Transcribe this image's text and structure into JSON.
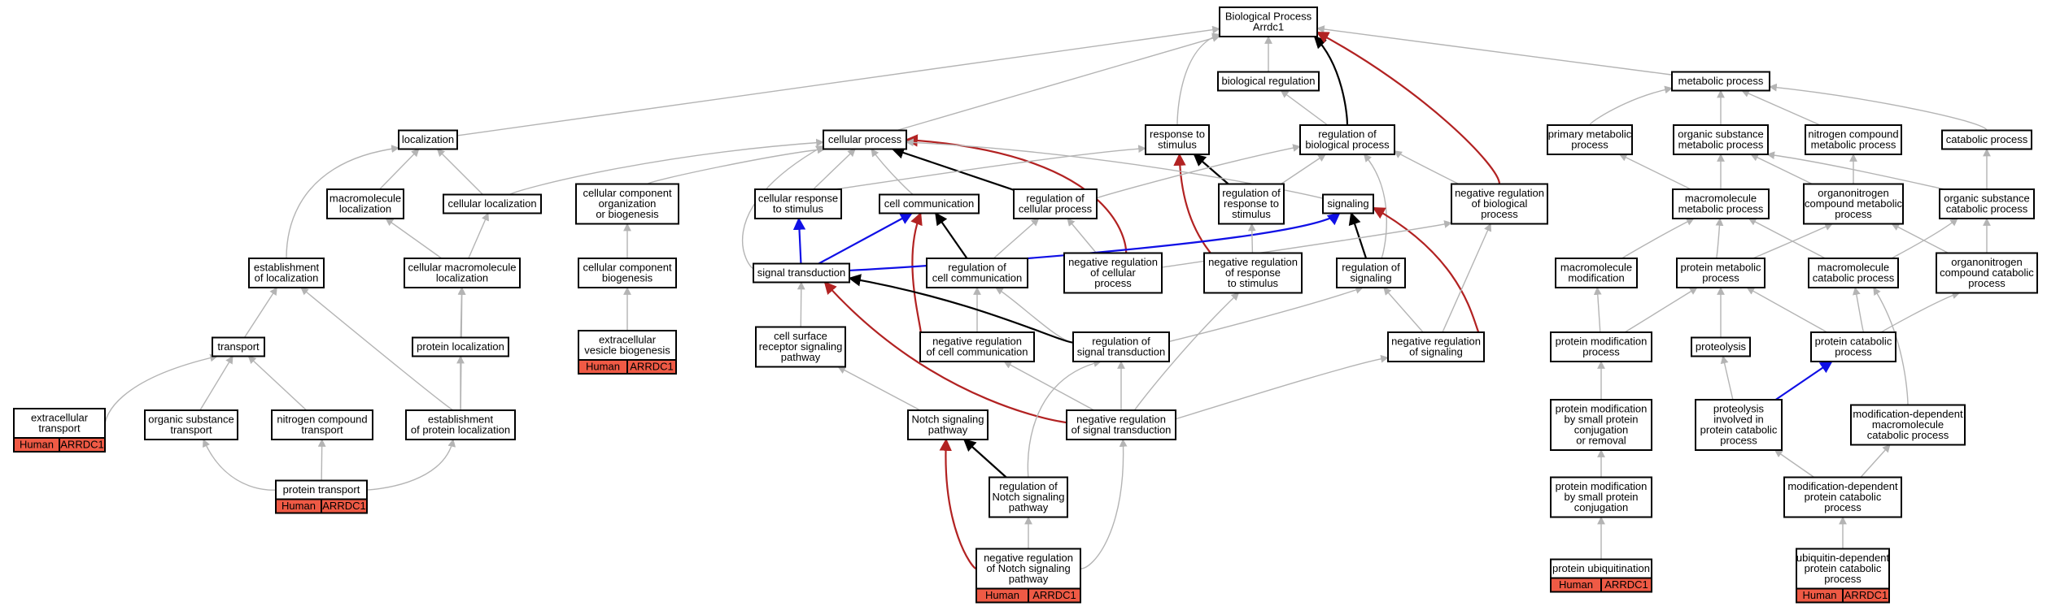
{
  "colors": {
    "default": "#b4b4b4",
    "is_a": "#b4b4b4",
    "regulates": "#000000",
    "negatively_regulates": "#b22222",
    "positively_regulates": "#1010e6",
    "badge": "#ef5a45"
  },
  "nodes": [
    {
      "id": "bp",
      "lines": [
        "Biological Process",
        "Arrdc1"
      ]
    },
    {
      "id": "biolreg",
      "lines": [
        "biological regulation"
      ]
    },
    {
      "id": "metab",
      "lines": [
        "metabolic process"
      ]
    },
    {
      "id": "local",
      "lines": [
        "localization"
      ]
    },
    {
      "id": "cellproc",
      "lines": [
        "cellular process"
      ]
    },
    {
      "id": "resp",
      "lines": [
        "response to",
        "stimulus"
      ]
    },
    {
      "id": "regbio",
      "lines": [
        "regulation of",
        "biological process"
      ]
    },
    {
      "id": "primmet",
      "lines": [
        "primary metabolic",
        "process"
      ]
    },
    {
      "id": "orgsubmet",
      "lines": [
        "organic substance",
        "metabolic process"
      ]
    },
    {
      "id": "nitmet",
      "lines": [
        "nitrogen compound",
        "metabolic process"
      ]
    },
    {
      "id": "catab",
      "lines": [
        "catabolic process"
      ]
    },
    {
      "id": "macroloc",
      "lines": [
        "macromolecule",
        "localization"
      ]
    },
    {
      "id": "cellloc",
      "lines": [
        "cellular localization"
      ]
    },
    {
      "id": "ccorg",
      "lines": [
        "cellular component",
        "organization",
        "or biogenesis"
      ]
    },
    {
      "id": "cellresp",
      "lines": [
        "cellular response",
        "to stimulus"
      ]
    },
    {
      "id": "cellcomm",
      "lines": [
        "cell communication"
      ]
    },
    {
      "id": "regcellproc",
      "lines": [
        "regulation of",
        "cellular process"
      ]
    },
    {
      "id": "regresp",
      "lines": [
        "regulation of",
        "response to",
        "stimulus"
      ]
    },
    {
      "id": "signaling",
      "lines": [
        "signaling"
      ]
    },
    {
      "id": "negregbio",
      "lines": [
        "negative regulation",
        "of biological",
        "process"
      ]
    },
    {
      "id": "macromet",
      "lines": [
        "macromolecule",
        "metabolic process"
      ]
    },
    {
      "id": "orgnitmet",
      "lines": [
        "organonitrogen",
        "compound metabolic",
        "process"
      ]
    },
    {
      "id": "orgsubcat",
      "lines": [
        "organic substance",
        "catabolic process"
      ]
    },
    {
      "id": "estloc",
      "lines": [
        "establishment",
        "of localization"
      ]
    },
    {
      "id": "cellmacroloc",
      "lines": [
        "cellular macromolecule",
        "localization"
      ]
    },
    {
      "id": "ccbio",
      "lines": [
        "cellular component",
        "biogenesis"
      ]
    },
    {
      "id": "sigtrans",
      "lines": [
        "signal transduction"
      ]
    },
    {
      "id": "regcellcomm",
      "lines": [
        "regulation of",
        "cell communication"
      ]
    },
    {
      "id": "negregcellproc",
      "lines": [
        "negative regulation",
        "of cellular",
        "process"
      ]
    },
    {
      "id": "negregresp",
      "lines": [
        "negative regulation",
        "of response",
        "to stimulus"
      ]
    },
    {
      "id": "regsig",
      "lines": [
        "regulation of",
        "signaling"
      ]
    },
    {
      "id": "macromod",
      "lines": [
        "macromolecule",
        "modification"
      ]
    },
    {
      "id": "protmet",
      "lines": [
        "protein metabolic",
        "process"
      ]
    },
    {
      "id": "macrocat",
      "lines": [
        "macromolecule",
        "catabolic process"
      ]
    },
    {
      "id": "orgnitcat",
      "lines": [
        "organonitrogen",
        "compound catabolic",
        "process"
      ]
    },
    {
      "id": "transport",
      "lines": [
        "transport"
      ]
    },
    {
      "id": "protloc",
      "lines": [
        "protein localization"
      ]
    },
    {
      "id": "evb",
      "lines": [
        "extracellular",
        "vesicle biogenesis"
      ],
      "badge": [
        "Human",
        "ARRDC1"
      ]
    },
    {
      "id": "csrsp",
      "lines": [
        "cell surface",
        "receptor signaling",
        "pathway"
      ]
    },
    {
      "id": "negregcellcomm",
      "lines": [
        "negative regulation",
        "of cell communication"
      ]
    },
    {
      "id": "regsigtrans",
      "lines": [
        "regulation of",
        "signal transduction"
      ]
    },
    {
      "id": "negregsig",
      "lines": [
        "negative regulation",
        "of signaling"
      ]
    },
    {
      "id": "protmod",
      "lines": [
        "protein modification",
        "process"
      ]
    },
    {
      "id": "proteolysis",
      "lines": [
        "proteolysis"
      ]
    },
    {
      "id": "protcat",
      "lines": [
        "protein catabolic",
        "process"
      ]
    },
    {
      "id": "extrans",
      "lines": [
        "extracellular",
        "transport"
      ],
      "badge": [
        "Human",
        "ARRDC1"
      ]
    },
    {
      "id": "orgsubtrans",
      "lines": [
        "organic substance",
        "transport"
      ]
    },
    {
      "id": "nittrans",
      "lines": [
        "nitrogen compound",
        "transport"
      ]
    },
    {
      "id": "estprotloc",
      "lines": [
        "establishment",
        "of protein localization"
      ]
    },
    {
      "id": "notch",
      "lines": [
        "Notch signaling",
        "pathway"
      ]
    },
    {
      "id": "negregsigtrans",
      "lines": [
        "negative regulation",
        "of signal transduction"
      ]
    },
    {
      "id": "protmodsmall",
      "lines": [
        "protein modification",
        "by small protein",
        "conjugation",
        "or removal"
      ]
    },
    {
      "id": "protinvcat",
      "lines": [
        "proteolysis",
        "involved in",
        "protein catabolic",
        "process"
      ]
    },
    {
      "id": "moddepmacro",
      "lines": [
        "modification-dependent",
        "macromolecule",
        "catabolic process"
      ]
    },
    {
      "id": "prottrans",
      "lines": [
        "protein transport"
      ],
      "badge": [
        "Human",
        "ARRDC1"
      ]
    },
    {
      "id": "regnotch",
      "lines": [
        "regulation of",
        "Notch signaling",
        "pathway"
      ]
    },
    {
      "id": "protmodconj",
      "lines": [
        "protein modification",
        "by small protein",
        "conjugation"
      ]
    },
    {
      "id": "moddepprot",
      "lines": [
        "modification-dependent",
        "protein catabolic",
        "process"
      ]
    },
    {
      "id": "negregnotch",
      "lines": [
        "negative regulation",
        "of Notch signaling",
        "pathway"
      ],
      "badge": [
        "Human",
        "ARRDC1"
      ]
    },
    {
      "id": "protubiq",
      "lines": [
        "protein ubiquitination"
      ],
      "badge": [
        "Human",
        "ARRDC1"
      ]
    },
    {
      "id": "ubiqdep",
      "lines": [
        "ubiquitin-dependent",
        "protein catabolic",
        "process"
      ],
      "badge": [
        "Human",
        "ARRDC1"
      ]
    }
  ],
  "edges": [
    {
      "from": "biolreg",
      "to": "bp",
      "type": "is_a"
    },
    {
      "from": "metab",
      "to": "bp",
      "type": "is_a"
    },
    {
      "from": "local",
      "to": "bp",
      "type": "is_a"
    },
    {
      "from": "cellproc",
      "to": "bp",
      "type": "is_a"
    },
    {
      "from": "resp",
      "to": "bp",
      "type": "is_a"
    },
    {
      "from": "regbio",
      "to": "bp",
      "type": "regulates"
    },
    {
      "from": "negregbio",
      "to": "bp",
      "type": "negatively_regulates"
    },
    {
      "from": "regbio",
      "to": "biolreg",
      "type": "is_a"
    },
    {
      "from": "primmet",
      "to": "metab",
      "type": "is_a"
    },
    {
      "from": "orgsubmet",
      "to": "metab",
      "type": "is_a"
    },
    {
      "from": "nitmet",
      "to": "metab",
      "type": "is_a"
    },
    {
      "from": "catab",
      "to": "metab",
      "type": "is_a"
    },
    {
      "from": "macroloc",
      "to": "local",
      "type": "is_a"
    },
    {
      "from": "cellloc",
      "to": "local",
      "type": "is_a"
    },
    {
      "from": "estloc",
      "to": "local",
      "type": "is_a"
    },
    {
      "from": "cellloc",
      "to": "cellproc",
      "type": "is_a"
    },
    {
      "from": "ccorg",
      "to": "cellproc",
      "type": "is_a"
    },
    {
      "from": "cellresp",
      "to": "cellproc",
      "type": "is_a"
    },
    {
      "from": "cellcomm",
      "to": "cellproc",
      "type": "is_a"
    },
    {
      "from": "regcellproc",
      "to": "cellproc",
      "type": "regulates"
    },
    {
      "from": "negregcellproc",
      "to": "cellproc",
      "type": "negatively_regulates"
    },
    {
      "from": "sigtrans",
      "to": "cellproc",
      "type": "is_a"
    },
    {
      "from": "cellresp",
      "to": "resp",
      "type": "is_a"
    },
    {
      "from": "regresp",
      "to": "resp",
      "type": "regulates"
    },
    {
      "from": "negregresp",
      "to": "resp",
      "type": "negatively_regulates"
    },
    {
      "from": "regcellproc",
      "to": "regbio",
      "type": "is_a"
    },
    {
      "from": "regresp",
      "to": "regbio",
      "type": "is_a"
    },
    {
      "from": "negregbio",
      "to": "regbio",
      "type": "is_a"
    },
    {
      "from": "regsig",
      "to": "regbio",
      "type": "is_a"
    },
    {
      "from": "signaling",
      "to": "cellproc",
      "type": "is_a"
    },
    {
      "from": "macromet",
      "to": "primmet",
      "type": "is_a"
    },
    {
      "from": "macromet",
      "to": "orgsubmet",
      "type": "is_a"
    },
    {
      "from": "orgnitmet",
      "to": "orgsubmet",
      "type": "is_a"
    },
    {
      "from": "orgnitmet",
      "to": "nitmet",
      "type": "is_a"
    },
    {
      "from": "orgsubcat",
      "to": "catab",
      "type": "is_a"
    },
    {
      "from": "orgsubcat",
      "to": "orgsubmet",
      "type": "is_a"
    },
    {
      "from": "cellmacroloc",
      "to": "macroloc",
      "type": "is_a"
    },
    {
      "from": "cellmacroloc",
      "to": "cellloc",
      "type": "is_a"
    },
    {
      "from": "ccbio",
      "to": "ccorg",
      "type": "is_a"
    },
    {
      "from": "sigtrans",
      "to": "cellresp",
      "type": "positively_regulates"
    },
    {
      "from": "sigtrans",
      "to": "cellcomm",
      "type": "positively_regulates"
    },
    {
      "from": "regcellcomm",
      "to": "cellcomm",
      "type": "regulates"
    },
    {
      "from": "negregcellcomm",
      "to": "cellcomm",
      "type": "negatively_regulates"
    },
    {
      "from": "regcellcomm",
      "to": "regcellproc",
      "type": "is_a"
    },
    {
      "from": "negregcellproc",
      "to": "regcellproc",
      "type": "is_a"
    },
    {
      "from": "regsig",
      "to": "signaling",
      "type": "regulates"
    },
    {
      "from": "negregsig",
      "to": "signaling",
      "type": "negatively_regulates"
    },
    {
      "from": "sigtrans",
      "to": "signaling",
      "type": "positively_regulates"
    },
    {
      "from": "negregresp",
      "to": "regresp",
      "type": "is_a"
    },
    {
      "from": "negregcellproc",
      "to": "negregbio",
      "type": "is_a"
    },
    {
      "from": "negregsig",
      "to": "negregbio",
      "type": "is_a"
    },
    {
      "from": "macromod",
      "to": "macromet",
      "type": "is_a"
    },
    {
      "from": "protmet",
      "to": "macromet",
      "type": "is_a"
    },
    {
      "from": "protmet",
      "to": "orgnitmet",
      "type": "is_a"
    },
    {
      "from": "macrocat",
      "to": "macromet",
      "type": "is_a"
    },
    {
      "from": "macrocat",
      "to": "orgsubcat",
      "type": "is_a"
    },
    {
      "from": "orgnitcat",
      "to": "orgnitmet",
      "type": "is_a"
    },
    {
      "from": "orgnitcat",
      "to": "orgsubcat",
      "type": "is_a"
    },
    {
      "from": "transport",
      "to": "estloc",
      "type": "is_a"
    },
    {
      "from": "estprotloc",
      "to": "cellmacroloc",
      "type": "is_a"
    },
    {
      "from": "protloc",
      "to": "cellmacroloc",
      "type": "is_a"
    },
    {
      "from": "evb",
      "to": "ccbio",
      "type": "is_a"
    },
    {
      "from": "csrsp",
      "to": "sigtrans",
      "type": "is_a"
    },
    {
      "from": "negregcellcomm",
      "to": "regcellcomm",
      "type": "is_a"
    },
    {
      "from": "regsigtrans",
      "to": "regcellcomm",
      "type": "is_a"
    },
    {
      "from": "regsigtrans",
      "to": "sigtrans",
      "type": "regulates"
    },
    {
      "from": "regsigtrans",
      "to": "regsig",
      "type": "is_a"
    },
    {
      "from": "negregsig",
      "to": "regsig",
      "type": "is_a"
    },
    {
      "from": "protmod",
      "to": "macromod",
      "type": "is_a"
    },
    {
      "from": "protmod",
      "to": "protmet",
      "type": "is_a"
    },
    {
      "from": "proteolysis",
      "to": "protmet",
      "type": "is_a"
    },
    {
      "from": "protcat",
      "to": "protmet",
      "type": "is_a"
    },
    {
      "from": "protcat",
      "to": "macrocat",
      "type": "is_a"
    },
    {
      "from": "protcat",
      "to": "orgnitcat",
      "type": "is_a"
    },
    {
      "from": "extrans",
      "to": "transport",
      "type": "is_a"
    },
    {
      "from": "orgsubtrans",
      "to": "transport",
      "type": "is_a"
    },
    {
      "from": "nittrans",
      "to": "transport",
      "type": "is_a"
    },
    {
      "from": "estprotloc",
      "to": "estloc",
      "type": "is_a"
    },
    {
      "from": "estprotloc",
      "to": "protloc",
      "type": "is_a"
    },
    {
      "from": "notch",
      "to": "csrsp",
      "type": "is_a"
    },
    {
      "from": "negregsigtrans",
      "to": "sigtrans",
      "type": "negatively_regulates"
    },
    {
      "from": "negregsigtrans",
      "to": "regsigtrans",
      "type": "is_a"
    },
    {
      "from": "negregsigtrans",
      "to": "negregcellcomm",
      "type": "is_a"
    },
    {
      "from": "negregsigtrans",
      "to": "negregsig",
      "type": "is_a"
    },
    {
      "from": "negregsigtrans",
      "to": "negregresp",
      "type": "is_a"
    },
    {
      "from": "protmodsmall",
      "to": "protmod",
      "type": "is_a"
    },
    {
      "from": "protinvcat",
      "to": "proteolysis",
      "type": "is_a"
    },
    {
      "from": "protinvcat",
      "to": "protcat",
      "type": "positively_regulates"
    },
    {
      "from": "moddepmacro",
      "to": "macrocat",
      "type": "is_a"
    },
    {
      "from": "prottrans",
      "to": "orgsubtrans",
      "type": "is_a"
    },
    {
      "from": "prottrans",
      "to": "nittrans",
      "type": "is_a"
    },
    {
      "from": "prottrans",
      "to": "estprotloc",
      "type": "is_a"
    },
    {
      "from": "regnotch",
      "to": "notch",
      "type": "regulates"
    },
    {
      "from": "regnotch",
      "to": "regsigtrans",
      "type": "is_a"
    },
    {
      "from": "protmodconj",
      "to": "protmodsmall",
      "type": "is_a"
    },
    {
      "from": "moddepprot",
      "to": "protinvcat",
      "type": "is_a"
    },
    {
      "from": "moddepprot",
      "to": "moddepmacro",
      "type": "is_a"
    },
    {
      "from": "negregnotch",
      "to": "notch",
      "type": "negatively_regulates"
    },
    {
      "from": "negregnotch",
      "to": "regnotch",
      "type": "is_a"
    },
    {
      "from": "negregnotch",
      "to": "negregsigtrans",
      "type": "is_a"
    },
    {
      "from": "protubiq",
      "to": "protmodconj",
      "type": "is_a"
    },
    {
      "from": "ubiqdep",
      "to": "moddepprot",
      "type": "is_a"
    }
  ]
}
